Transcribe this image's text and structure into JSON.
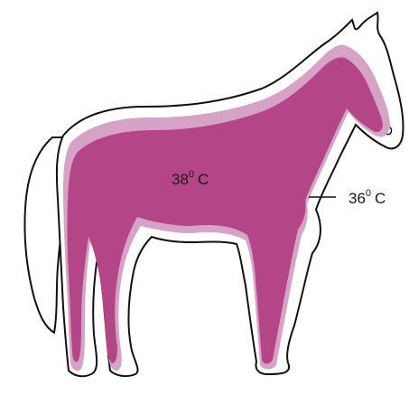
{
  "diagram": {
    "core_label": {
      "value": "38",
      "degree": "0",
      "unit": "C"
    },
    "shell_label": {
      "value": "36",
      "degree": "0",
      "unit": "C"
    },
    "colors": {
      "outline": "#111111",
      "shell": "#d6a2c6",
      "core": "#b44586",
      "background": "#ffffff"
    }
  }
}
